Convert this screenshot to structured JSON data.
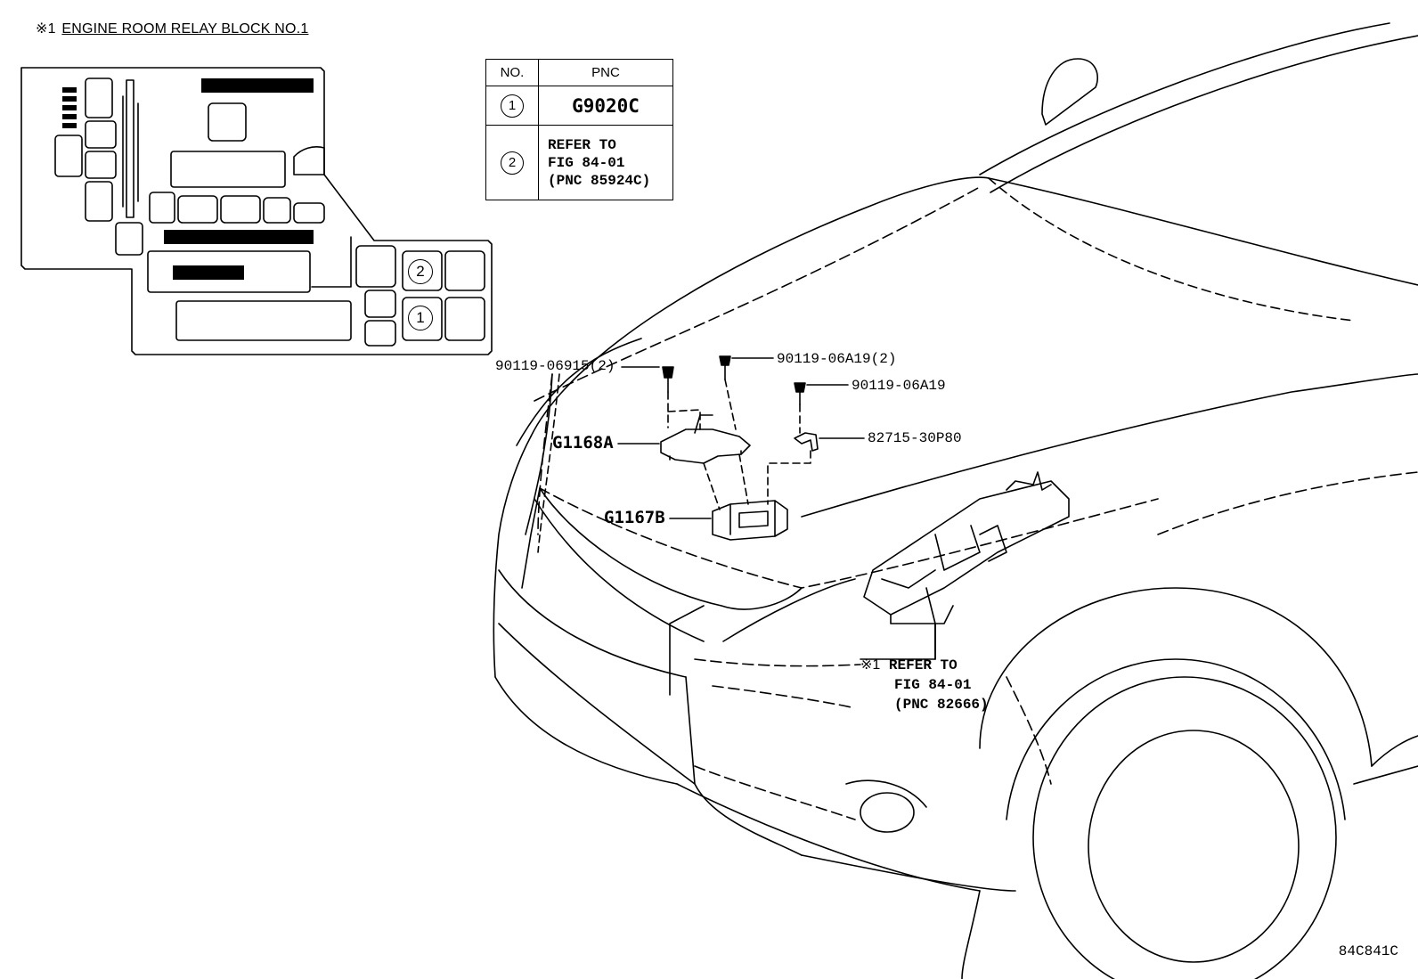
{
  "relay_block": {
    "mark": "※1",
    "title": "ENGINE ROOM RELAY BLOCK NO.1",
    "callouts": [
      {
        "num": "2"
      },
      {
        "num": "1"
      }
    ]
  },
  "pnc_table": {
    "header_no": "NO.",
    "header_pnc": "PNC",
    "rows": [
      {
        "no": "1",
        "pnc": "G9020C"
      },
      {
        "no": "2",
        "ref_lines": [
          "REFER TO",
          "FIG 84-01",
          "(PNC 85924C)"
        ]
      }
    ]
  },
  "parts": {
    "bolt_left": "90119-06915(2)",
    "bolt_mid": "90119-06A19(2)",
    "bolt_right": "90119-06A19",
    "bracket_small": "82715-30P80",
    "bracket_main": "G1168A",
    "module": "G1167B"
  },
  "relay_block_ref": {
    "mark": "※1",
    "lines": [
      "REFER TO",
      "FIG 84-01",
      "(PNC 82666)"
    ]
  },
  "figure_code": "84C841C"
}
